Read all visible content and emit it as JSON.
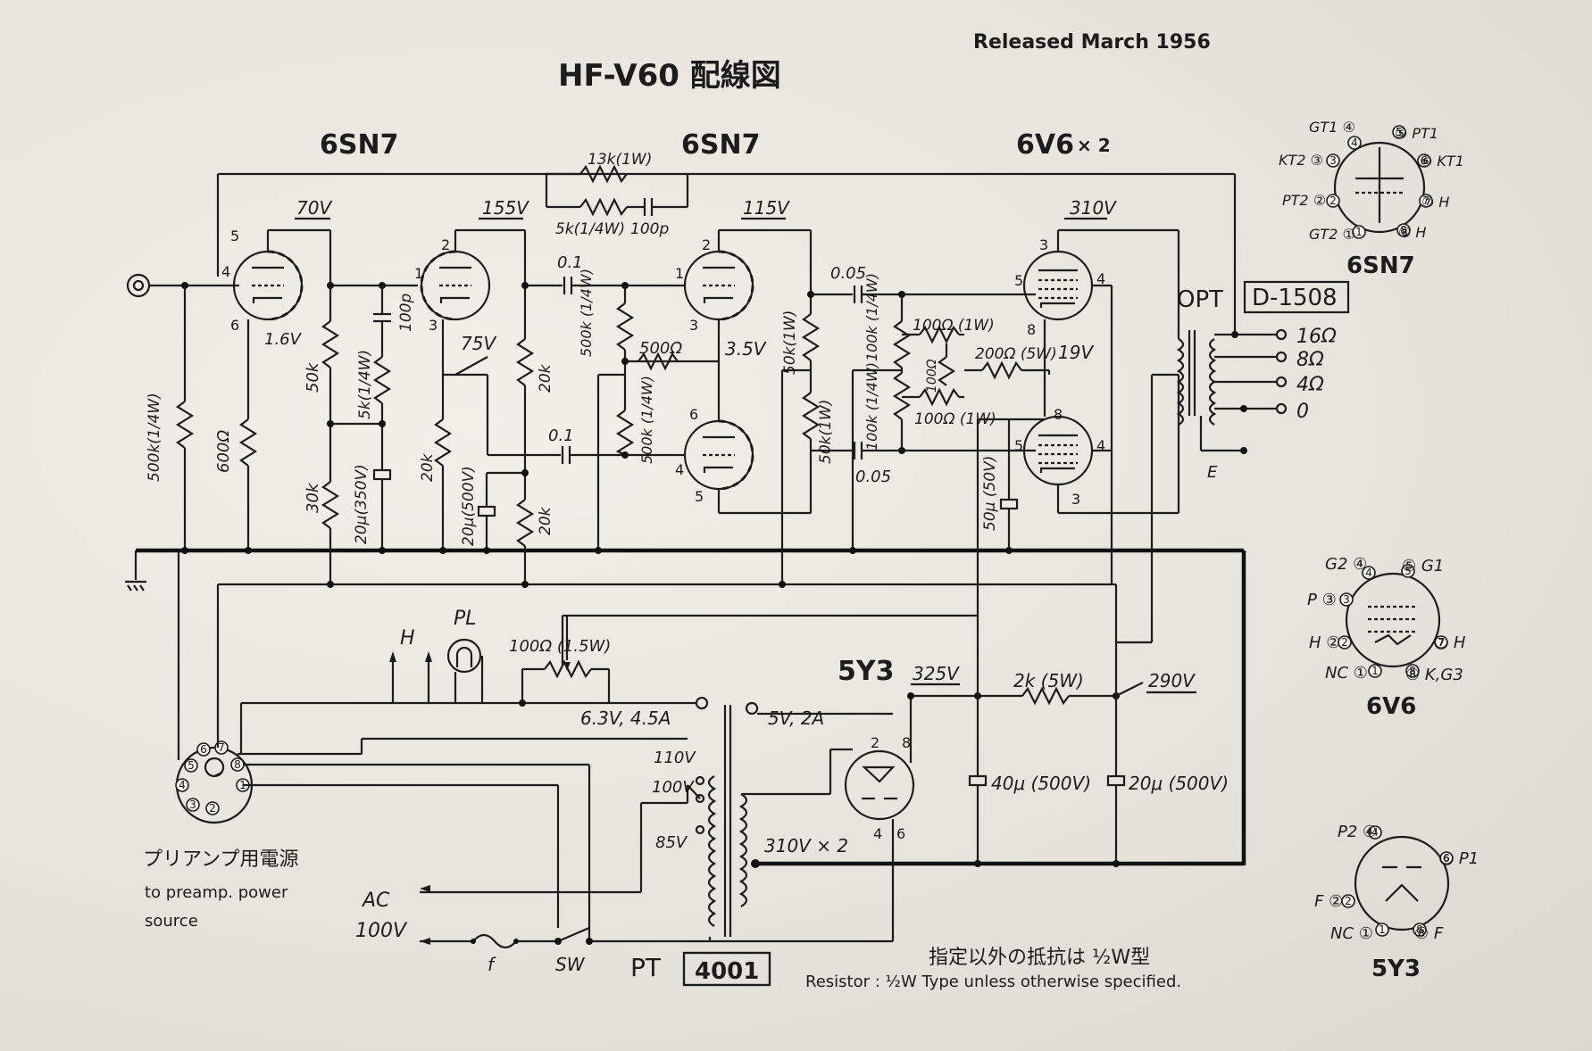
{
  "title": "HF-V60 配線図",
  "release_note": "Released March 1956",
  "stage_labels": {
    "stage1": "6SN7",
    "stage2": "6SN7",
    "output": "6V6",
    "output_count": "× 2",
    "rectifier": "5Y3"
  },
  "voltages": {
    "v1_plate": "70V",
    "v1_cathode": "1.6V",
    "v2_plate": "155V",
    "v2_cathode": "75V",
    "v3_plate": "115V",
    "v3_cathode": "3.5V",
    "v5_plate": "310V",
    "v5_cathode": "19V",
    "rect_out": "325V",
    "b_plus": "290V"
  },
  "components": {
    "r_fb1": "13k(1W)",
    "r_fb2": "5k(1/4W)",
    "c_fb": "100p",
    "r_grid": "500k(1/4W)",
    "r_v1k": "600Ω",
    "r_50k": "50k",
    "r_30k": "30k",
    "r_5k": "5k(1/4W)",
    "c_100p": "100p",
    "c_20u_350": "20μ(350V)",
    "r_20k_a": "20k",
    "c_20u_500": "20μ(500V)",
    "r_20k_b": "20k",
    "r_20k_c": "20k",
    "c_01_a": "0.1",
    "c_01_b": "0.1",
    "r_500k_a": "500k (1/4W)",
    "r_500k_b": "500k (1/4W)",
    "r_500": "500Ω",
    "r_50k_1w_a": "50k(1W)",
    "r_50k_1w_b": "50k(1W)",
    "c_005_a": "0.05",
    "c_005_b": "0.05",
    "r_100k_a": "100k (1/4W)",
    "r_100k_b": "100k (1/4W)",
    "r_100_a": "100Ω (1W)",
    "r_100_b": "100Ω",
    "r_100_c": "100Ω (1W)",
    "r_200": "200Ω (5W)",
    "c_50u": "50μ (50V)",
    "r_100_15w": "100Ω (1.5W)",
    "r_2k": "2k (5W)",
    "c_40u": "40μ (500V)",
    "c_20u_out": "20μ (500V)"
  },
  "transformer": {
    "opt_label": "OPT",
    "opt_model": "D-1508",
    "taps": [
      "16Ω",
      "8Ω",
      "4Ω",
      "0"
    ],
    "earth": "E",
    "pt_label": "PT",
    "pt_model": "4001",
    "heater": "6.3V, 4.5A",
    "rect_heater": "5V, 2A",
    "secondary": "310V × 2",
    "primary_taps": [
      "110V",
      "100V",
      "85V"
    ]
  },
  "power": {
    "h_label": "H",
    "pl_label": "PL",
    "ac_label": "AC",
    "ac_volt": "100V",
    "fuse": "f",
    "switch": "SW",
    "preamp_jp": "プリアンプ用電源",
    "preamp_en1": "to preamp. power",
    "preamp_en2": "source"
  },
  "footnote_jp": "指定以外の抵抗は ½W型",
  "footnote_en": "Resistor : ½W  Type unless otherwise specified.",
  "pinouts": {
    "sn7": {
      "name": "6SN7",
      "pins": [
        "GT1 ④",
        "⑤ PT1",
        "KT2 ③",
        "⑥ KT1",
        "PT2 ②",
        "⑦ H",
        "GT2 ①",
        "⑧ H"
      ]
    },
    "v6": {
      "name": "6V6",
      "pins": [
        "G2 ④",
        "⑤ G1",
        "P ③",
        "H ②",
        "⑦ H",
        "NC ①",
        "⑧ K,G3"
      ]
    },
    "y3": {
      "name": "5Y3",
      "pins": [
        "P2 ④",
        "⑥ P1",
        "F ②",
        "NC ①",
        "⑧ F"
      ]
    }
  }
}
